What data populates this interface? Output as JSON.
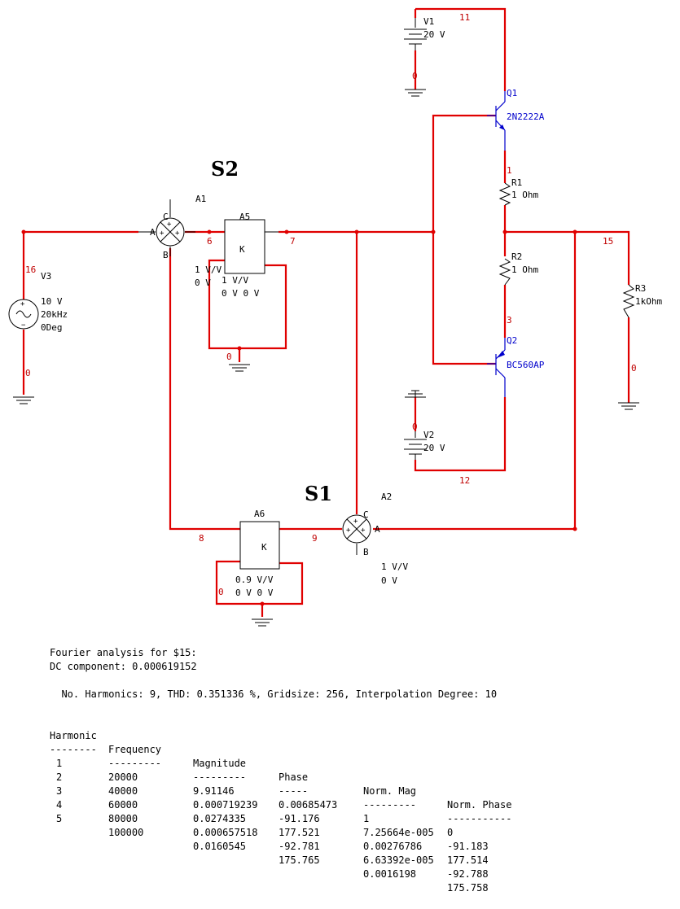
{
  "labels": {
    "s1": "S1",
    "s2": "S2",
    "v1_name": "V1",
    "v1_val": "20 V",
    "v2_name": "V2",
    "v2_val": "20 V",
    "v3_name": "V3",
    "v3_amp": "10 V",
    "v3_freq": "20kHz",
    "v3_phase": "0Deg",
    "q1_name": "Q1",
    "q1_model": "2N2222A",
    "q2_name": "Q2",
    "q2_model": "BC560AP",
    "r1_name": "R1",
    "r1_val": "1 Ohm",
    "r2_name": "R2",
    "r2_val": "1 Ohm",
    "r3_name": "R3",
    "r3_val": "1kOhm",
    "a1_name": "A1",
    "a1_gain": "1 V/V",
    "a1_off": "0 V",
    "a2_name": "A2",
    "a2_gain": "1 V/V",
    "a2_off": "0 V",
    "a5_name": "A5",
    "a5_k": "K",
    "a5_gain": "1 V/V",
    "a5_off": "0 V 0 V",
    "a6_name": "A6",
    "a6_k": "K",
    "a6_gain": "0.9 V/V",
    "a6_off": "0 V 0 V",
    "pin_a": "A",
    "pin_b": "B",
    "pin_c": "C"
  },
  "nets": {
    "n0": "0",
    "n1": "1",
    "n3": "3",
    "n6": "6",
    "n7": "7",
    "n8": "8",
    "n9": "9",
    "n11": "11",
    "n12": "12",
    "n15": "15",
    "n16": "16"
  },
  "report": {
    "line1": "Fourier analysis for $15:",
    "line2": "DC component: 0.000619152",
    "line3": "  No. Harmonics: 9, THD: 0.351336 %, Gridsize: 256, Interpolation Degree: 10",
    "headers": [
      "Harmonic",
      "Frequency",
      "Magnitude",
      "Phase",
      "Norm. Mag",
      "Norm. Phase"
    ],
    "underlines": [
      "--------",
      "---------",
      "---------",
      "-----",
      "---------",
      "-----------"
    ],
    "rows": [
      [
        "1",
        "20000",
        "9.91146",
        "0.00685473",
        "1",
        "0"
      ],
      [
        "2",
        "40000",
        "0.000719239",
        "-91.176",
        "7.25664e-005",
        "-91.183"
      ],
      [
        "3",
        "60000",
        "0.0274335",
        "177.521",
        "0.00276786",
        "177.514"
      ],
      [
        "4",
        "80000",
        "0.000657518",
        "-92.781",
        "6.63392e-005",
        "-92.788"
      ],
      [
        "5",
        "100000",
        "0.0160545",
        "175.765",
        "0.0016198",
        "175.758"
      ]
    ]
  }
}
